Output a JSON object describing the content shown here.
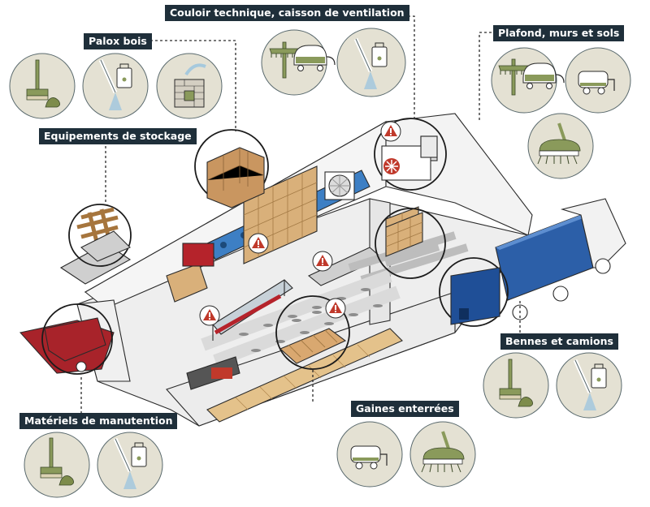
{
  "labels": {
    "couloir": "Couloir technique, caisson de ventilation",
    "palox": "Palox bois",
    "plafond": "Plafond, murs et sols",
    "stockage": "Equipements de stockage",
    "bennes": "Bennes et camions",
    "manutention": "Matériels de manutention",
    "gaines": "Gaines enterrées"
  },
  "colors": {
    "label_bg": "#1f2f3a",
    "icon_circle": "#e4e1d3",
    "icon_green": "#8a9a5b",
    "water": "#a6c9dd",
    "warning_red": "#c0392b",
    "roof_orange": "#e8a07a",
    "crate_tan": "#d9b07a",
    "truck_blue": "#2c5fa8",
    "conveyor_red": "#b5232b"
  },
  "icon_groups": [
    {
      "group": "couloir",
      "icons": [
        "rake-icon",
        "vacuum-cleaner-icon",
        "pressure-washer-icon"
      ]
    },
    {
      "group": "palox",
      "icons": [
        "broom-icon",
        "pressure-washer-icon",
        "fumigation-chamber-icon"
      ]
    },
    {
      "group": "plafond",
      "icons": [
        "rake-icon",
        "vacuum-cleaner-icon",
        "mobile-vacuum-cart-icon",
        "sweeper-brush-icon"
      ]
    },
    {
      "group": "bennes",
      "icons": [
        "broom-icon",
        "pressure-washer-icon"
      ]
    },
    {
      "group": "manutention",
      "icons": [
        "broom-icon",
        "pressure-washer-icon"
      ]
    },
    {
      "group": "gaines",
      "icons": [
        "mobile-vacuum-cart-icon",
        "sweeper-brush-icon"
      ]
    }
  ]
}
